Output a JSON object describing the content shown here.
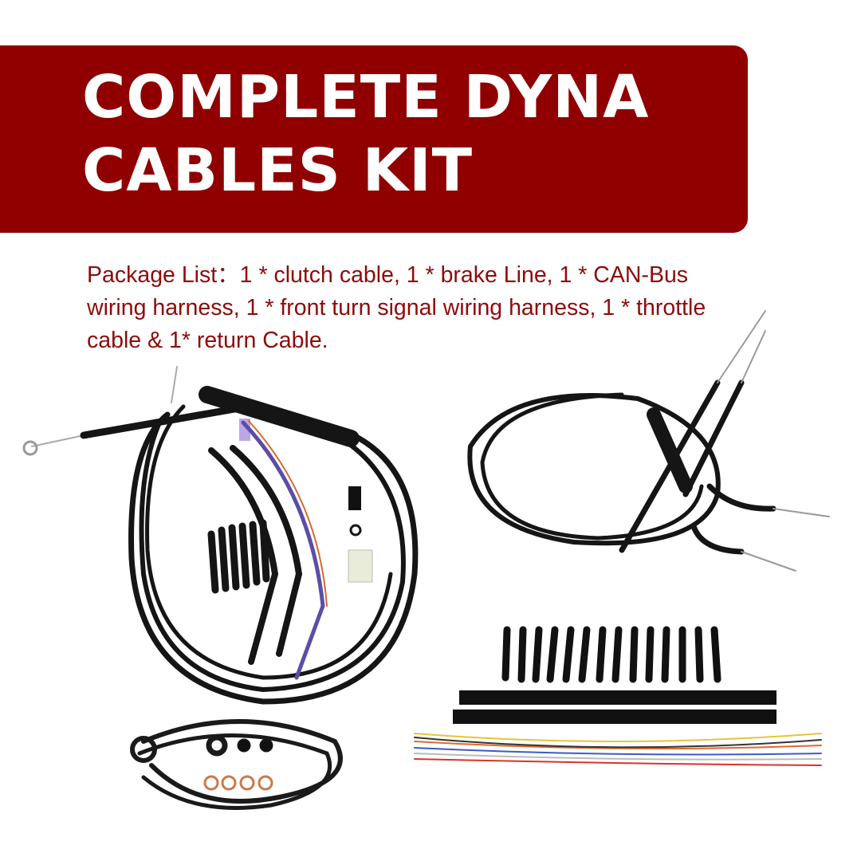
{
  "banner": {
    "title_line1": "COMPLETE DYNA",
    "title_line2": "CABLES KIT",
    "color": "#900000"
  },
  "package_list": {
    "text": "Package List：1 * clutch cable, 1 * brake Line, 1 * CAN-Bus wiring harness, 1 * front turn signal wiring harness, 1 * throttle cable & 1* return Cable.",
    "color": "#8e0b0b"
  },
  "products": [
    "clutch cable",
    "brake line",
    "CAN-Bus wiring harness",
    "front turn signal wiring harness",
    "throttle cable",
    "return cable"
  ]
}
